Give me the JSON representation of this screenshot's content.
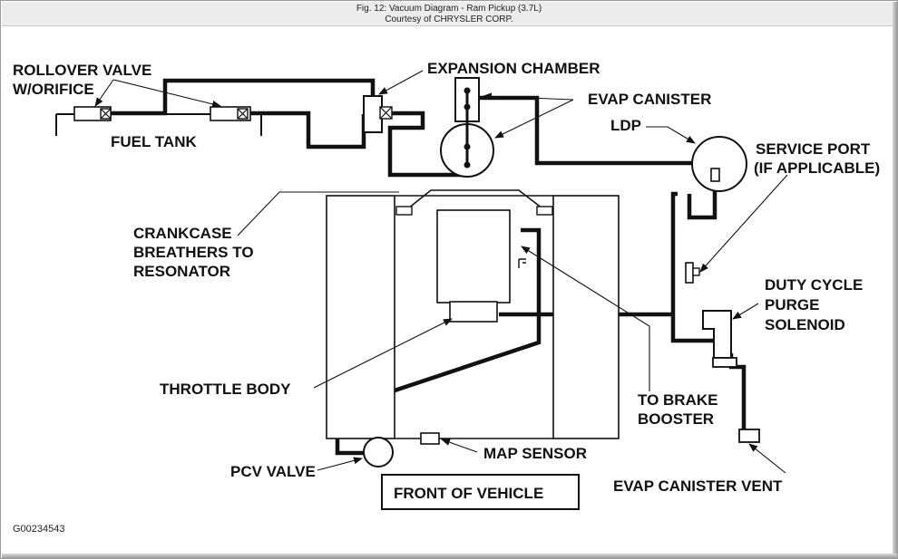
{
  "header": {
    "title": "Fig. 12: Vacuum Diagram - Ram Pickup (3.7L)",
    "credit": "Courtesy of CHRYSLER CORP."
  },
  "labels": {
    "rollover_valve": [
      "ROLLOVER VALVE",
      "W/ORIFICE"
    ],
    "fuel_tank": "FUEL TANK",
    "expansion_chamber": "EXPANSION CHAMBER",
    "evap_canister": "EVAP CANISTER",
    "ldp": "LDP",
    "service_port": [
      "SERVICE PORT",
      "(IF APPLICABLE)"
    ],
    "crankcase_breathers": [
      "CRANKCASE",
      "BREATHERS TO",
      "RESONATOR"
    ],
    "duty_cycle": [
      "DUTY CYCLE",
      "PURGE",
      "SOLENOID"
    ],
    "throttle_body": "THROTTLE BODY",
    "brake_booster": [
      "TO BRAKE",
      "BOOSTER"
    ],
    "map_sensor": "MAP SENSOR",
    "pcv_valve": "PCV VALVE",
    "front_of_vehicle": "FRONT OF VEHICLE",
    "evap_canister_vent": "EVAP CANISTER VENT"
  },
  "figure_code": "G00234543"
}
